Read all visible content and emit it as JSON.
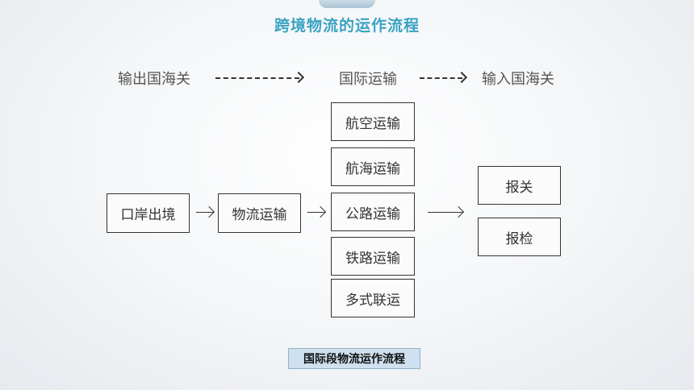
{
  "title": "跨境物流的运作流程",
  "stages": {
    "export_customs": "输出国海关",
    "international_transport": "国际运输",
    "import_customs": "输入国海关"
  },
  "boxes": {
    "port_exit": "口岸出境",
    "logistics_transport": "物流运输",
    "transport_modes": [
      "航空运输",
      "航海运输",
      "公路运输",
      "铁路运输",
      "多式联运"
    ],
    "declaration": "报关",
    "inspection": "报检"
  },
  "caption": "国际段物流运作流程",
  "colors": {
    "title": "#3aa3c2",
    "caption_bg": "#cfe0ef"
  }
}
